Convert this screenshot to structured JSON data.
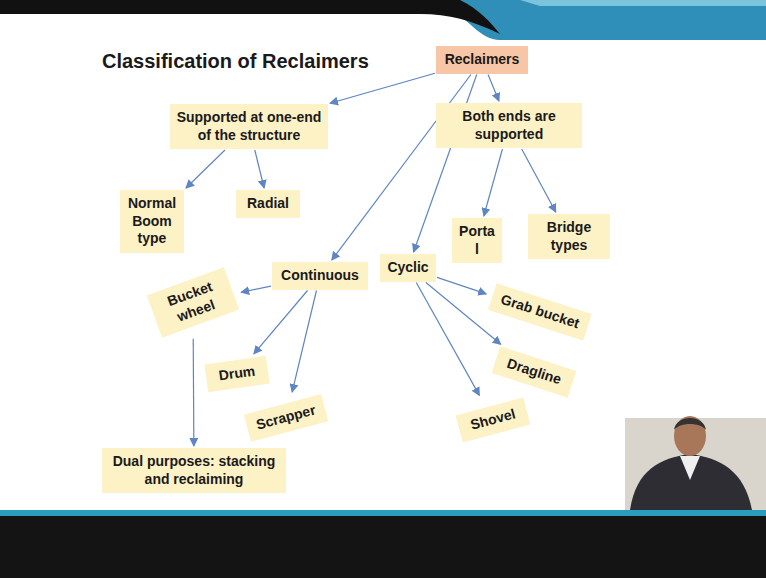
{
  "diagram": {
    "title": "Classification of Reclaimers",
    "nodes": [
      {
        "text": [
          "Reclaimers"
        ]
      },
      {
        "text": [
          "Supported at one-end of the structure"
        ]
      },
      {
        "text": [
          "Both ends are supported"
        ]
      },
      {
        "text": [
          "Normal Boom type"
        ]
      },
      {
        "text": [
          "Radial"
        ]
      },
      {
        "text": [
          "Continuous"
        ]
      },
      {
        "text": [
          "Cyclic"
        ]
      },
      {
        "text": [
          "Porta l"
        ]
      },
      {
        "text": [
          "Bridge types"
        ]
      },
      {
        "text": [
          "Bucket wheel"
        ]
      },
      {
        "text": [
          "Drum"
        ]
      },
      {
        "text": [
          "Scrapper"
        ]
      },
      {
        "text": [
          "Dual purposes: stacking and reclaiming"
        ]
      },
      {
        "text": [
          "Grab bucket"
        ]
      },
      {
        "text": [
          "Dragline"
        ]
      },
      {
        "text": [
          "Shovel"
        ]
      }
    ],
    "edges": [
      {
        "from": 0,
        "to": 1,
        "arrow": "to"
      },
      {
        "from": 0,
        "to": 5,
        "arrow": "to"
      },
      {
        "from": 0,
        "to": 6,
        "arrow": "to"
      },
      {
        "from": 0,
        "to": 2,
        "arrow": "to"
      },
      {
        "from": 1,
        "to": 3,
        "arrow": "to"
      },
      {
        "from": 1,
        "to": 4,
        "arrow": "to"
      },
      {
        "from": 2,
        "to": 7,
        "arrow": "to"
      },
      {
        "from": 2,
        "to": 8,
        "arrow": "to"
      },
      {
        "from": 5,
        "to": 9,
        "arrow": "to"
      },
      {
        "from": 5,
        "to": 10,
        "arrow": "to"
      },
      {
        "from": 5,
        "to": 11,
        "arrow": "to"
      },
      {
        "from": 6,
        "to": 13,
        "arrow": "to"
      },
      {
        "from": 6,
        "to": 14,
        "arrow": "to"
      },
      {
        "from": 6,
        "to": 15,
        "arrow": "to"
      },
      {
        "from": 9,
        "to": 12,
        "arrow": "to"
      }
    ]
  }
}
